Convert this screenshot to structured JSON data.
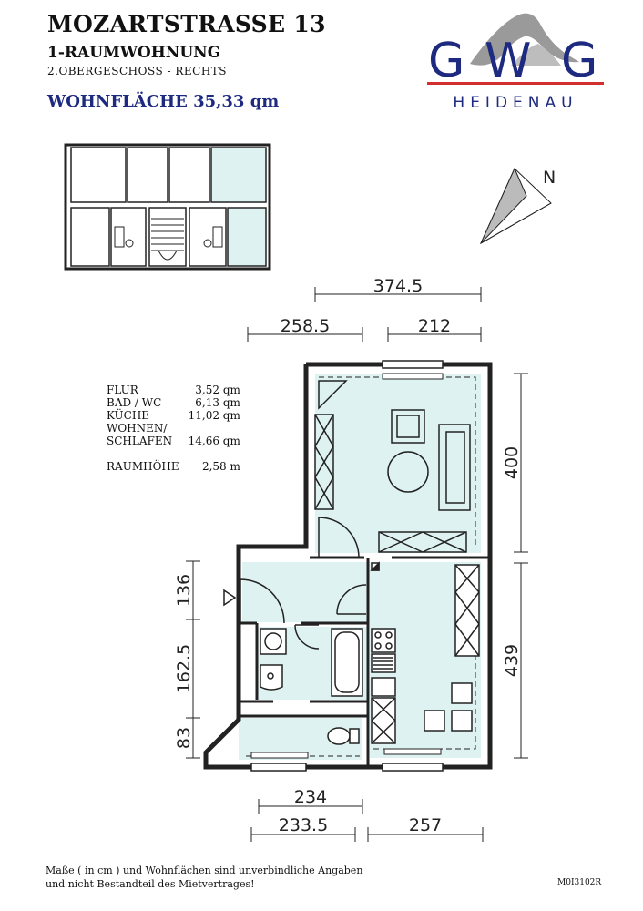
{
  "header": {
    "street": "MOZARTSTRASSE 13",
    "unit_type": "1-RAUMWOHNUNG",
    "floor": "2.OBERGESCHOSS - RECHTS",
    "living_area": "WOHNFLÄCHE 35,33 qm"
  },
  "logo": {
    "letters": [
      "G",
      "W",
      "G"
    ],
    "city": "HEIDENAU",
    "colors": {
      "letters": "#1e2a80",
      "line": "#d22f2f",
      "mountains": "#9a9a9a"
    }
  },
  "compass": {
    "label": "N"
  },
  "rooms": [
    {
      "name": "FLUR",
      "area": "3,52 qm"
    },
    {
      "name": "BAD / WC",
      "area": "6,13 qm"
    },
    {
      "name": "KÜCHE",
      "area": "11,02 qm"
    },
    {
      "name": "WOHNEN/",
      "area": ""
    },
    {
      "name": "SCHLAFEN",
      "area": "14,66 qm"
    }
  ],
  "ceiling": {
    "label": "RAUMHÖHE",
    "value": "2,58 m"
  },
  "dimensions": {
    "top_total": "374.5",
    "top_left": "258.5",
    "top_right": "212",
    "right_upper": "400",
    "right_lower": "439",
    "left_1": "136",
    "left_2": "162.5",
    "left_3": "83",
    "bottom_1": "234",
    "bottom_left": "233.5",
    "bottom_right": "257"
  },
  "footer": {
    "note_line1": "Maße ( in cm ) und Wohnflächen sind unverbindliche Angaben",
    "note_line2": "und nicht Bestandteil des Mietvertrages!",
    "code": "M0I3102R"
  },
  "colors": {
    "room_fill": "#dff2f2",
    "wall": "#222222"
  }
}
